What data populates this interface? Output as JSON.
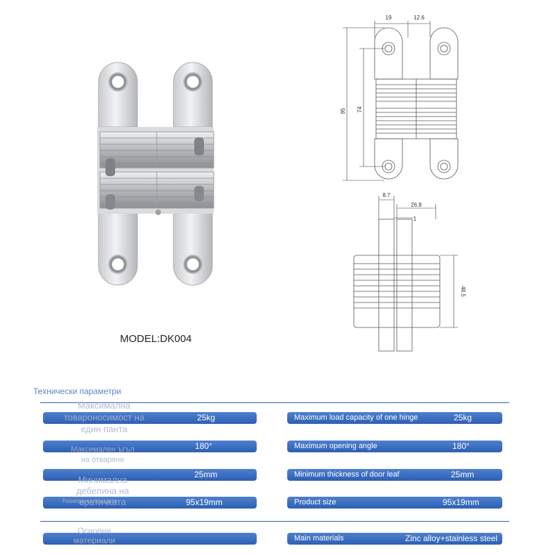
{
  "model": "MODEL:DK004",
  "drawing": {
    "top": {
      "width_a": "19",
      "width_b": "12.6",
      "height_total": "95",
      "height_hole": "74"
    },
    "bottom": {
      "w_left": "8.7",
      "w_right": "26.8",
      "gap": "1",
      "depth": "48.5"
    }
  },
  "spec": {
    "title": "Технически параметри",
    "bg_labels": [
      "Максимална товароносимост на един панта",
      "Максимален ъгъл на отваряне",
      "Минимална дебелина на вратичката",
      "Размери на продукта",
      "Основни материали"
    ],
    "rows": [
      {
        "en": "Maximum load capacity of one hinge",
        "value": "25kg"
      },
      {
        "en": "Maximum opening angle",
        "value": "180°"
      },
      {
        "en": "Minimum thickness of door leaf",
        "value": "25mm"
      },
      {
        "en": "Product size",
        "value": "95x19mm"
      },
      {
        "en": "Main materials",
        "value": "Zinc alloy+stainless steel"
      }
    ]
  },
  "colors": {
    "accent": "#2d5fb3",
    "title": "#5b86c4"
  }
}
